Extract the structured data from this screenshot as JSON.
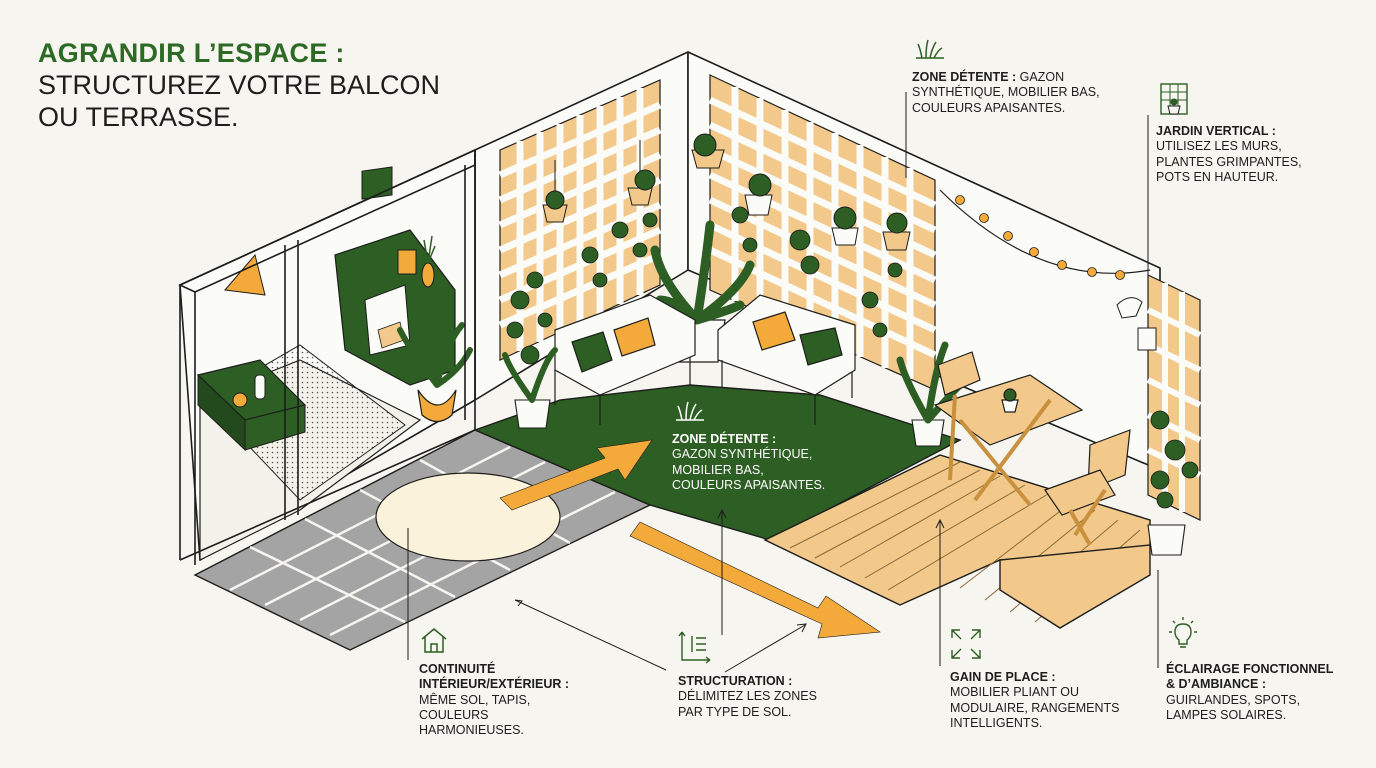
{
  "title": {
    "line1": "AGRANDIR L’ESPACE :",
    "line2": "STRUCTUREZ VOTRE BALCON",
    "line3": "OU TERRASSE."
  },
  "callouts": {
    "zone_top": {
      "heading": "ZONE DÉTENTE :",
      "body1": "GAZON",
      "body2": "SYNTHÉTIQUE, MOBILIER BAS,",
      "body3": "COULEURS APAISANTES.",
      "icon": "grass-icon"
    },
    "jardin": {
      "heading": "JARDIN VERTICAL :",
      "body1": "UTILISEZ LES MURS,",
      "body2": "PLANTES GRIMPANTES,",
      "body3": "POTS EN HAUTEUR.",
      "icon": "trellis-plant-icon"
    },
    "zone_center": {
      "heading": "ZONE DÉTENTE :",
      "body1": "GAZON SYNTHÉTIQUE,",
      "body2": "MOBILIER BAS,",
      "body3": "COULEURS APAISANTES.",
      "icon": "grass-icon"
    },
    "continuite": {
      "heading1": "CONTINUITÉ",
      "heading2": "INTÉRIEUR/EXTÉRIEUR :",
      "body1": "MÊME SOL, TAPIS,",
      "body2": "COULEURS",
      "body3": "HARMONIEUSES.",
      "icon": "house-icon"
    },
    "structuration": {
      "heading": "STRUCTURATION :",
      "body1": "DÉLIMITEZ LES ZONES",
      "body2": "PAR TYPE DE SOL.",
      "icon": "layout-icon"
    },
    "gain": {
      "heading": "GAIN DE PLACE :",
      "body1": "MOBILIER PLIANT OU",
      "body2": "MODULAIRE, RANGEMENTS",
      "body3": "INTELLIGENTS.",
      "icon": "expand-icon"
    },
    "eclairage": {
      "heading1": "ÉCLAIRAGE FONCTIONNEL",
      "heading2": "& D’AMBIANCE :",
      "body1": "GUIRLANDES, SPOTS,",
      "body2": "LAMPES SOLAIRES.",
      "icon": "lightbulb-icon"
    }
  },
  "colors": {
    "green": "#2d5e23",
    "orange": "#f4a93b",
    "wood": "#f2c98a",
    "tile": "#a4a4a4",
    "ink": "#1d1d1b"
  }
}
